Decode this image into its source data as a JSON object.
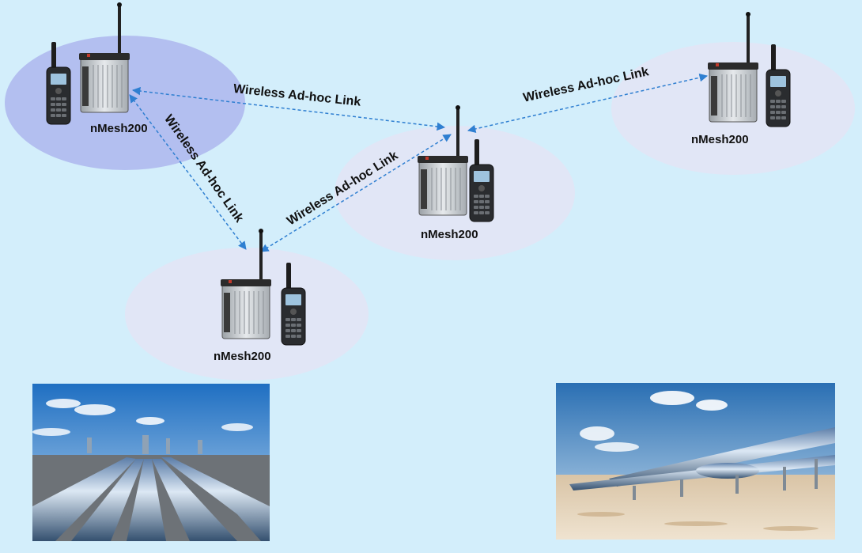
{
  "nodes": [
    {
      "id": "node-1",
      "label": "nMesh200",
      "highlighted": true
    },
    {
      "id": "node-2",
      "label": "nMesh200",
      "highlighted": false
    },
    {
      "id": "node-3",
      "label": "nMesh200",
      "highlighted": false
    },
    {
      "id": "node-4",
      "label": "nMesh200",
      "highlighted": false
    }
  ],
  "links": [
    {
      "from": "node-1",
      "to": "node-3",
      "label": "Wireless Ad-hoc Link"
    },
    {
      "from": "node-3",
      "to": "node-4",
      "label": "Wireless Ad-hoc Link"
    },
    {
      "from": "node-1",
      "to": "node-2",
      "label": "Wireless Ad-hoc Link"
    },
    {
      "from": "node-2",
      "to": "node-3",
      "label": "Wireless Ad-hoc Link"
    }
  ],
  "photos": [
    {
      "id": "pipeline-photo-left",
      "subject": "industrial pipelines under blue sky"
    },
    {
      "id": "pipeline-photo-right",
      "subject": "pipeline over desert sand"
    }
  ],
  "colors": {
    "background": "#d3eefb",
    "zone_fill": "#e1e6f6",
    "zone_highlight": "#b3bff0",
    "link_line": "#2f7fd1"
  }
}
